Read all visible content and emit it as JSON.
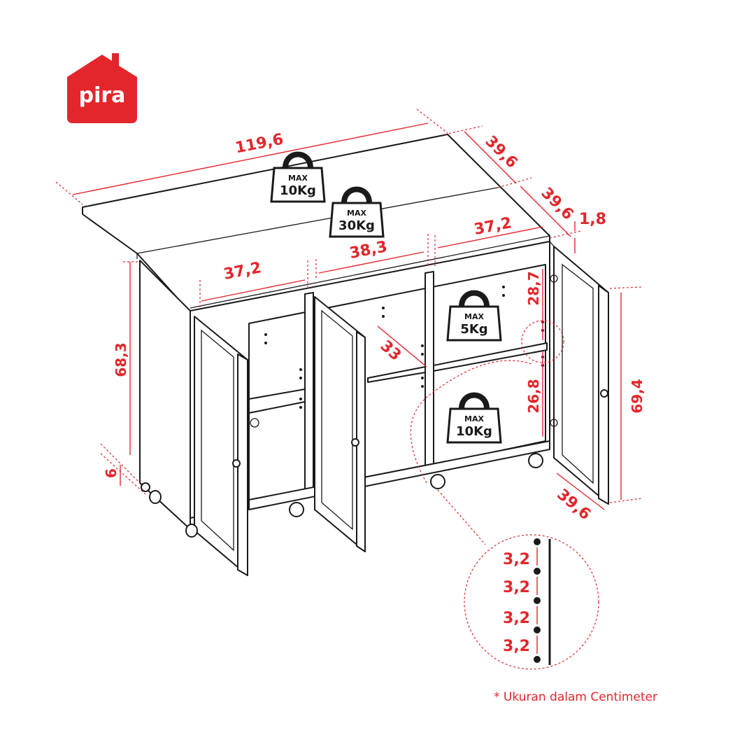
{
  "brand": {
    "name": "pira",
    "color": "#e3262b"
  },
  "dimensions": {
    "total_width": "119,6",
    "top_depth_1": "39,6",
    "top_depth_2": "39,6",
    "top_thickness": "1,8",
    "left_compartment_width": "37,2",
    "middle_compartment_width": "38,3",
    "right_compartment_width": "37,2",
    "inner_depth": "33",
    "upper_shelf_height": "28,7",
    "lower_shelf_height": "26,8",
    "body_height": "68,3",
    "total_height": "69,4",
    "wheel_height": "6",
    "side_depth": "39,6"
  },
  "weights": {
    "top_left": {
      "max": "MAX",
      "value": "10Kg"
    },
    "top_center": {
      "max": "MAX",
      "value": "30Kg"
    },
    "upper_shelf": {
      "max": "MAX",
      "value": "5Kg"
    },
    "lower_shelf": {
      "max": "MAX",
      "value": "10Kg"
    }
  },
  "detail": {
    "spacings": [
      "3,2",
      "3,2",
      "3,2",
      "3,2"
    ]
  },
  "footnote": "* Ukuran dalam Centimeter",
  "colors": {
    "accent": "#e3262b",
    "outline": "#1a1a1a"
  }
}
